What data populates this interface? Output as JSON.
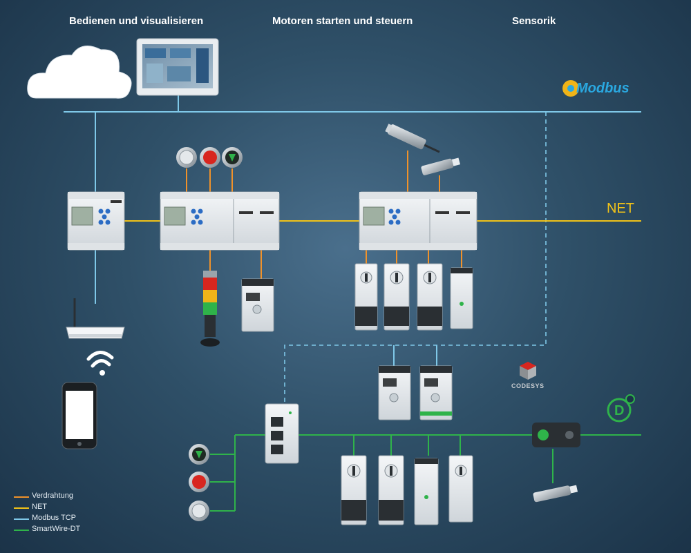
{
  "headings": {
    "operate": "Bedienen und visualisieren",
    "motors": "Motoren starten und steuern",
    "sensors": "Sensorik"
  },
  "net_label": "NET",
  "modbus_logo_text": "Modbus",
  "codesys_text": "CODESYS",
  "smartwire_logo_text": "D",
  "legend": {
    "items": [
      {
        "label": "Verdrahtung",
        "color": "#f0922a"
      },
      {
        "label": "NET",
        "color": "#f2c318"
      },
      {
        "label": "Modbus TCP",
        "color": "#7fc8e8"
      },
      {
        "label": "SmartWire-DT",
        "color": "#2fb34a"
      }
    ]
  },
  "colors": {
    "wiring": "#f0922a",
    "net": "#f2c318",
    "modbus": "#7fc8e8",
    "smartwire": "#2fb34a"
  },
  "icons": [
    "cloud-icon",
    "touch-panel-icon",
    "modbus-logo-icon",
    "plc-controller-icon",
    "push-button-start-icon",
    "push-button-red-icon",
    "push-button-green-icon",
    "signal-tower-icon",
    "frequency-inverter-icon",
    "motor-starter-icon",
    "inductive-sensor-icon",
    "wifi-router-icon",
    "wifi-signal-icon",
    "smartphone-icon",
    "gateway-icon",
    "codesys-logo-icon",
    "smartwire-logo-icon",
    "smartwire-connector-icon"
  ]
}
